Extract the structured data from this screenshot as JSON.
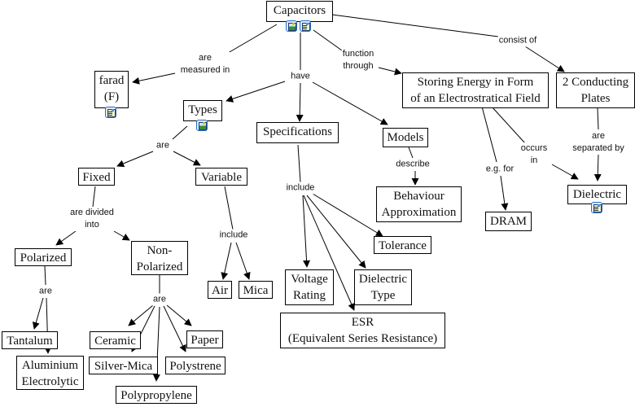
{
  "concept_map": {
    "title": "Capacitors",
    "nodes": {
      "capacitors": "Capacitors",
      "farad": [
        "farad",
        "(F)"
      ],
      "types": "Types",
      "specifications": "Specifications",
      "models": "Models",
      "storing_energy": [
        "Storing Energy in Form",
        "of an Electrostratical Field"
      ],
      "conducting_plates": [
        "2 Conducting",
        "Plates"
      ],
      "dielectric": "Dielectric",
      "dram": "DRAM",
      "behaviour": [
        "Behaviour",
        "Approximation"
      ],
      "fixed": "Fixed",
      "variable": "Variable",
      "polarized": "Polarized",
      "non_polarized": [
        "Non-",
        "Polarized"
      ],
      "air": "Air",
      "mica": "Mica",
      "tantalum": "Tantalum",
      "aluminium": [
        "Aluminium",
        "Electrolytic"
      ],
      "ceramic": "Ceramic",
      "silver_mica": "Silver-Mica",
      "polypropylene": "Polypropylene",
      "polystrene": "Polystrene",
      "paper": "Paper",
      "tolerance": "Tolerance",
      "voltage_rating": [
        "Voltage",
        "Rating"
      ],
      "dielectric_type": [
        "Dielectric",
        "Type"
      ],
      "esr": [
        "ESR",
        "(Equivalent Series Resistance)"
      ]
    },
    "link_labels": {
      "are_measured_in": [
        "are",
        "measured in"
      ],
      "have": "have",
      "function_through": [
        "function",
        "through"
      ],
      "consist_of": "consist of",
      "occurs_in": [
        "occurs",
        "in"
      ],
      "eg_for": "e.g. for",
      "are_separated_by": [
        "are",
        "separated by"
      ],
      "describe": "describe",
      "include_specs": "include",
      "are_types": "are",
      "are_divided_into": [
        "are divided",
        "into"
      ],
      "include_variable": "include",
      "are_polarized": "are",
      "are_non_polarized": "are"
    },
    "resource_icons": {
      "capacitors": [
        "image-resource-icon",
        "document-resource-icon"
      ],
      "farad": [
        "document-resource-icon"
      ],
      "types": [
        "image-resource-icon"
      ],
      "dielectric": [
        "document-resource-icon"
      ]
    }
  }
}
